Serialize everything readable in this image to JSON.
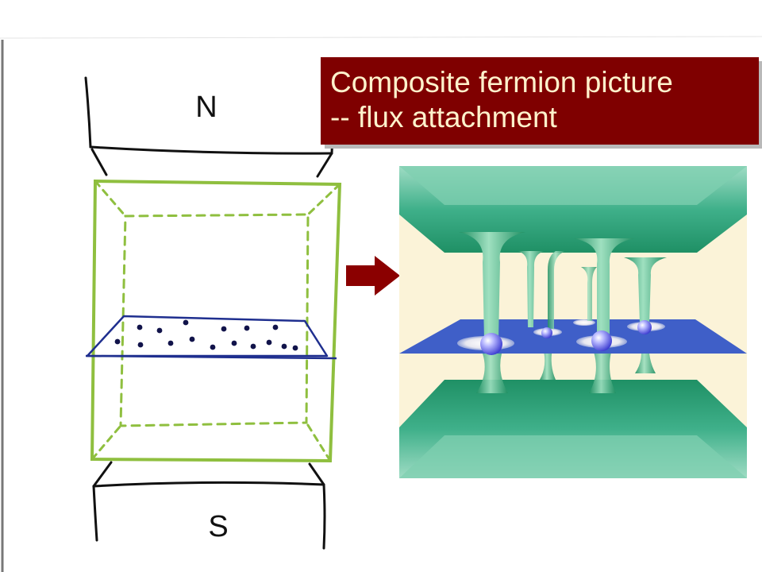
{
  "title": {
    "line1": "Composite fermion picture",
    "line2": "-- flux attachment"
  },
  "magnet": {
    "north_label": "N",
    "south_label": "S"
  },
  "colors": {
    "title_background": "#7f0000",
    "title_text": "#fff2cc",
    "arrow": "#8b0000",
    "box_outline": "#8fbf3f",
    "electron_plane": "#1f2f8f",
    "flux_green": "#2aa070",
    "sheet_blue": "#3f5fc8",
    "background_cream": "#fbf3d8"
  },
  "icons": {
    "arrow": "right-arrow-icon"
  }
}
